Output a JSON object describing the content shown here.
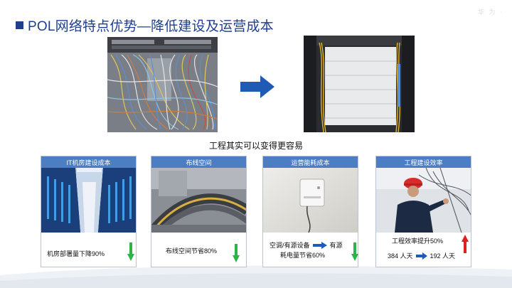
{
  "slide": {
    "title": "POL网络特点优势—降低建设及运营成本",
    "subtitle": "工程其实可以变得更容易",
    "watermark": "华 为 ·"
  },
  "cards": [
    {
      "header": "IT机房建设成本",
      "text": "机房部署量下降90%",
      "indicator": "down",
      "indicator_color": "#2db34a"
    },
    {
      "header": "布线空间",
      "text": "布线空间节省80%",
      "indicator": "down",
      "indicator_color": "#2db34a"
    },
    {
      "header": "运营能耗成本",
      "text_a": "空调/有源设备",
      "text_b": "有源",
      "text_c": "耗电量节省60%",
      "indicator": "down",
      "indicator_color": "#2db34a"
    },
    {
      "header": "工程建设效率",
      "text": "工程效率提升50%",
      "from": "384 人天",
      "to": "192 人天",
      "indicator": "up",
      "indicator_color": "#e02020"
    }
  ],
  "colors": {
    "brand": "#1f3f8c",
    "header": "#4c7ec4",
    "arrow": "#1f5bb5",
    "green": "#2db34a",
    "red": "#e02020"
  }
}
